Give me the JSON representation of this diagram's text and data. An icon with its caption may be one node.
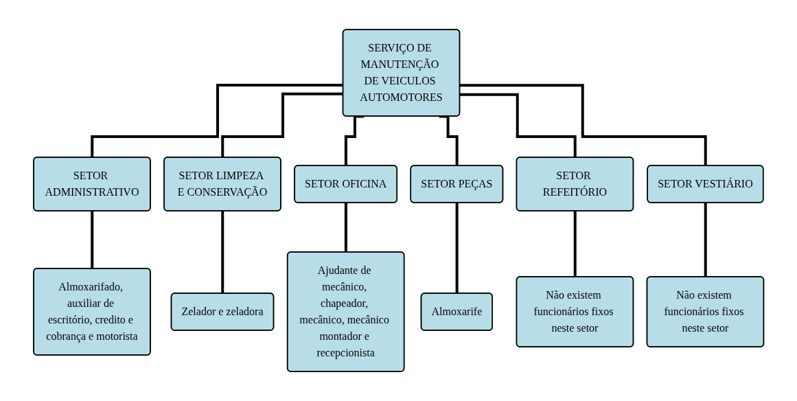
{
  "diagram": {
    "nodes": [
      {
        "text": [
          "SERVIÇO DE MANUTENÇÃO DE VEICULOS AUTOMOTORES"
        ]
      },
      {
        "text": [
          "SETOR ADMINISTRATIVO"
        ]
      },
      {
        "text": [
          "SETOR LIMPEZA E CONSERVAÇÃO"
        ]
      },
      {
        "text": [
          "SETOR OFICINA"
        ]
      },
      {
        "text": [
          "SETOR PEÇAS"
        ]
      },
      {
        "text": [
          "SETOR REFEITÓRIO"
        ]
      },
      {
        "text": [
          "SETOR VESTIÁRIO"
        ]
      },
      {
        "text": [
          "Almoxarifado, auxiliar de escritório, credito e cobrança e motorista"
        ]
      },
      {
        "text": [
          "Zelador e zeladora"
        ]
      },
      {
        "text": [
          "Ajudante de mecânico, chapeador, mecânico, mecânico montador e recepcionista"
        ]
      },
      {
        "text": [
          "Almoxarife"
        ]
      },
      {
        "text": [
          "Não existem funcionários fixos neste setor"
        ]
      },
      {
        "text": [
          "Não existem funcionários fixos neste setor"
        ]
      }
    ],
    "edges": [
      {
        "from": 0,
        "to": 1,
        "arrow": "none"
      },
      {
        "from": 0,
        "to": 2,
        "arrow": "none"
      },
      {
        "from": 0,
        "to": 3,
        "arrow": "none"
      },
      {
        "from": 0,
        "to": 4,
        "arrow": "none"
      },
      {
        "from": 0,
        "to": 5,
        "arrow": "none"
      },
      {
        "from": 0,
        "to": 6,
        "arrow": "none"
      },
      {
        "from": 1,
        "to": 7,
        "arrow": "none"
      },
      {
        "from": 2,
        "to": 8,
        "arrow": "none"
      },
      {
        "from": 3,
        "to": 9,
        "arrow": "none"
      },
      {
        "from": 4,
        "to": 10,
        "arrow": "none"
      },
      {
        "from": 5,
        "to": 11,
        "arrow": "none"
      },
      {
        "from": 6,
        "to": 12,
        "arrow": "none"
      }
    ]
  }
}
